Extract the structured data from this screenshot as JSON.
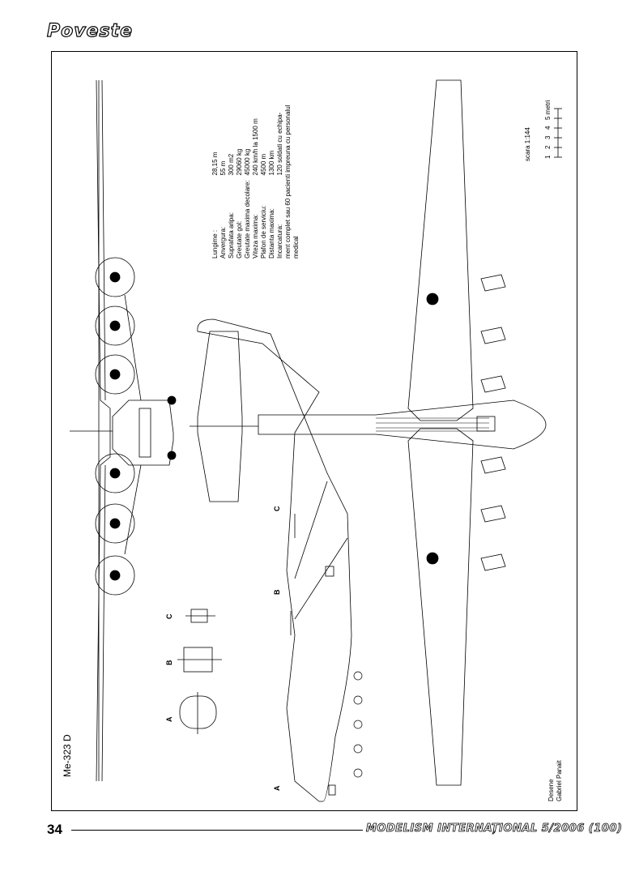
{
  "header": {
    "section": "Poveste"
  },
  "footer": {
    "page_number": "34",
    "publication": "MODELISM INTERNAȚIONAL 5/2006 (100)"
  },
  "drawing": {
    "model": "Me-323 D",
    "sections": [
      "A",
      "B",
      "C"
    ],
    "scale": {
      "label": "scara 1:144",
      "ticks": [
        "1",
        "2",
        "3",
        "4",
        "5 metri"
      ]
    },
    "credit": {
      "line1": "Desene",
      "line2": "Gabriel Panait"
    }
  },
  "specs": [
    {
      "label": "Lungime :",
      "value": "28,15 m"
    },
    {
      "label": "Anvergura:",
      "value": "55 m"
    },
    {
      "label": "Suprafata aripa:",
      "value": "300 m2"
    },
    {
      "label": "Greutate gol:",
      "value": "29060 kg"
    },
    {
      "label": "Greutate maxima decolare:",
      "value": "45000 kg"
    },
    {
      "label": "Viteza maxima:",
      "value": "240 km/h la 1500 m"
    },
    {
      "label": "Plafon de serviciu:",
      "value": "4500 m"
    },
    {
      "label": "Distanta maxima:",
      "value": "1300 km"
    },
    {
      "label": "Incarcatura:",
      "value": "120 soldati cu echipa-"
    },
    {
      "label": "",
      "value": "ment complet sau 60 pacienti impreuna cu personalul"
    },
    {
      "label": "",
      "value": "medical"
    }
  ]
}
